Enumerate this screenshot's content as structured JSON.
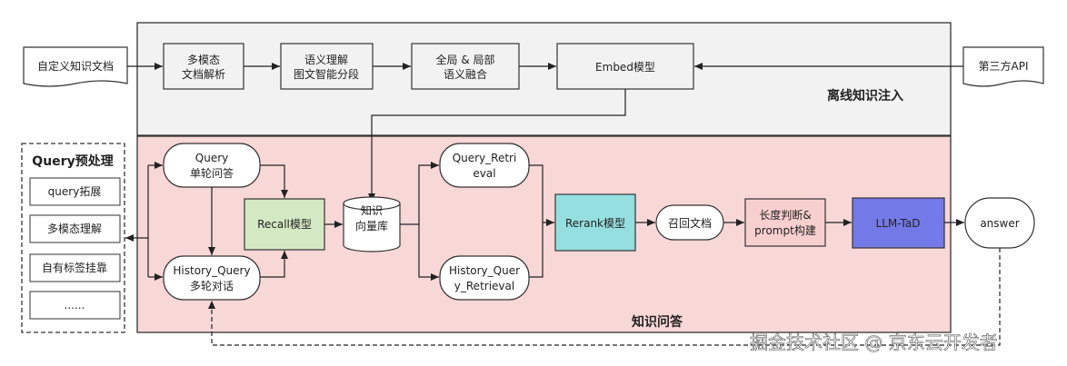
{
  "offline": {
    "title": "离线知识注入",
    "source_doc": "自定义知识文档",
    "third_party": "第三方API",
    "steps": [
      {
        "line1": "多模态",
        "line2": "文档解析"
      },
      {
        "line1": "语义理解",
        "line2": "图文智能分段"
      },
      {
        "line1": "全局 & 局部",
        "line2": "语义融合"
      },
      {
        "line1": "Embed模型"
      }
    ]
  },
  "preprocess": {
    "title": "Query预处理",
    "items": [
      "query拓展",
      "多模态理解",
      "自有标签挂靠",
      "......"
    ]
  },
  "qa": {
    "title": "知识问答",
    "query_single": {
      "line1": "Query",
      "line2": "单轮问答"
    },
    "history_query": {
      "line1": "History_Query",
      "line2": "多轮对话"
    },
    "recall": "Recall模型",
    "vector_db": {
      "line1": "知识",
      "line2": "向量库"
    },
    "query_retrieval": {
      "line1": "Query_Retri",
      "line2": "eval"
    },
    "history_retrieval": {
      "line1": "History_Quer",
      "line2": "y_Retrieval"
    },
    "rerank": "Rerank模型",
    "recall_docs": "召回文档",
    "length_prompt": {
      "line1": "长度判断&",
      "line2": "prompt构建"
    },
    "llm": "LLM-TaD",
    "answer": "answer"
  },
  "colors": {
    "offline_bg": "#f2f2f2",
    "qa_bg": "#f8d7d7",
    "recall": "#d5e8c4",
    "rerank": "#95dfe0",
    "length_prompt": "#f8cfcf",
    "llm": "#7479e8"
  },
  "watermark": "掘金技术社区 @ 京东云开发者"
}
